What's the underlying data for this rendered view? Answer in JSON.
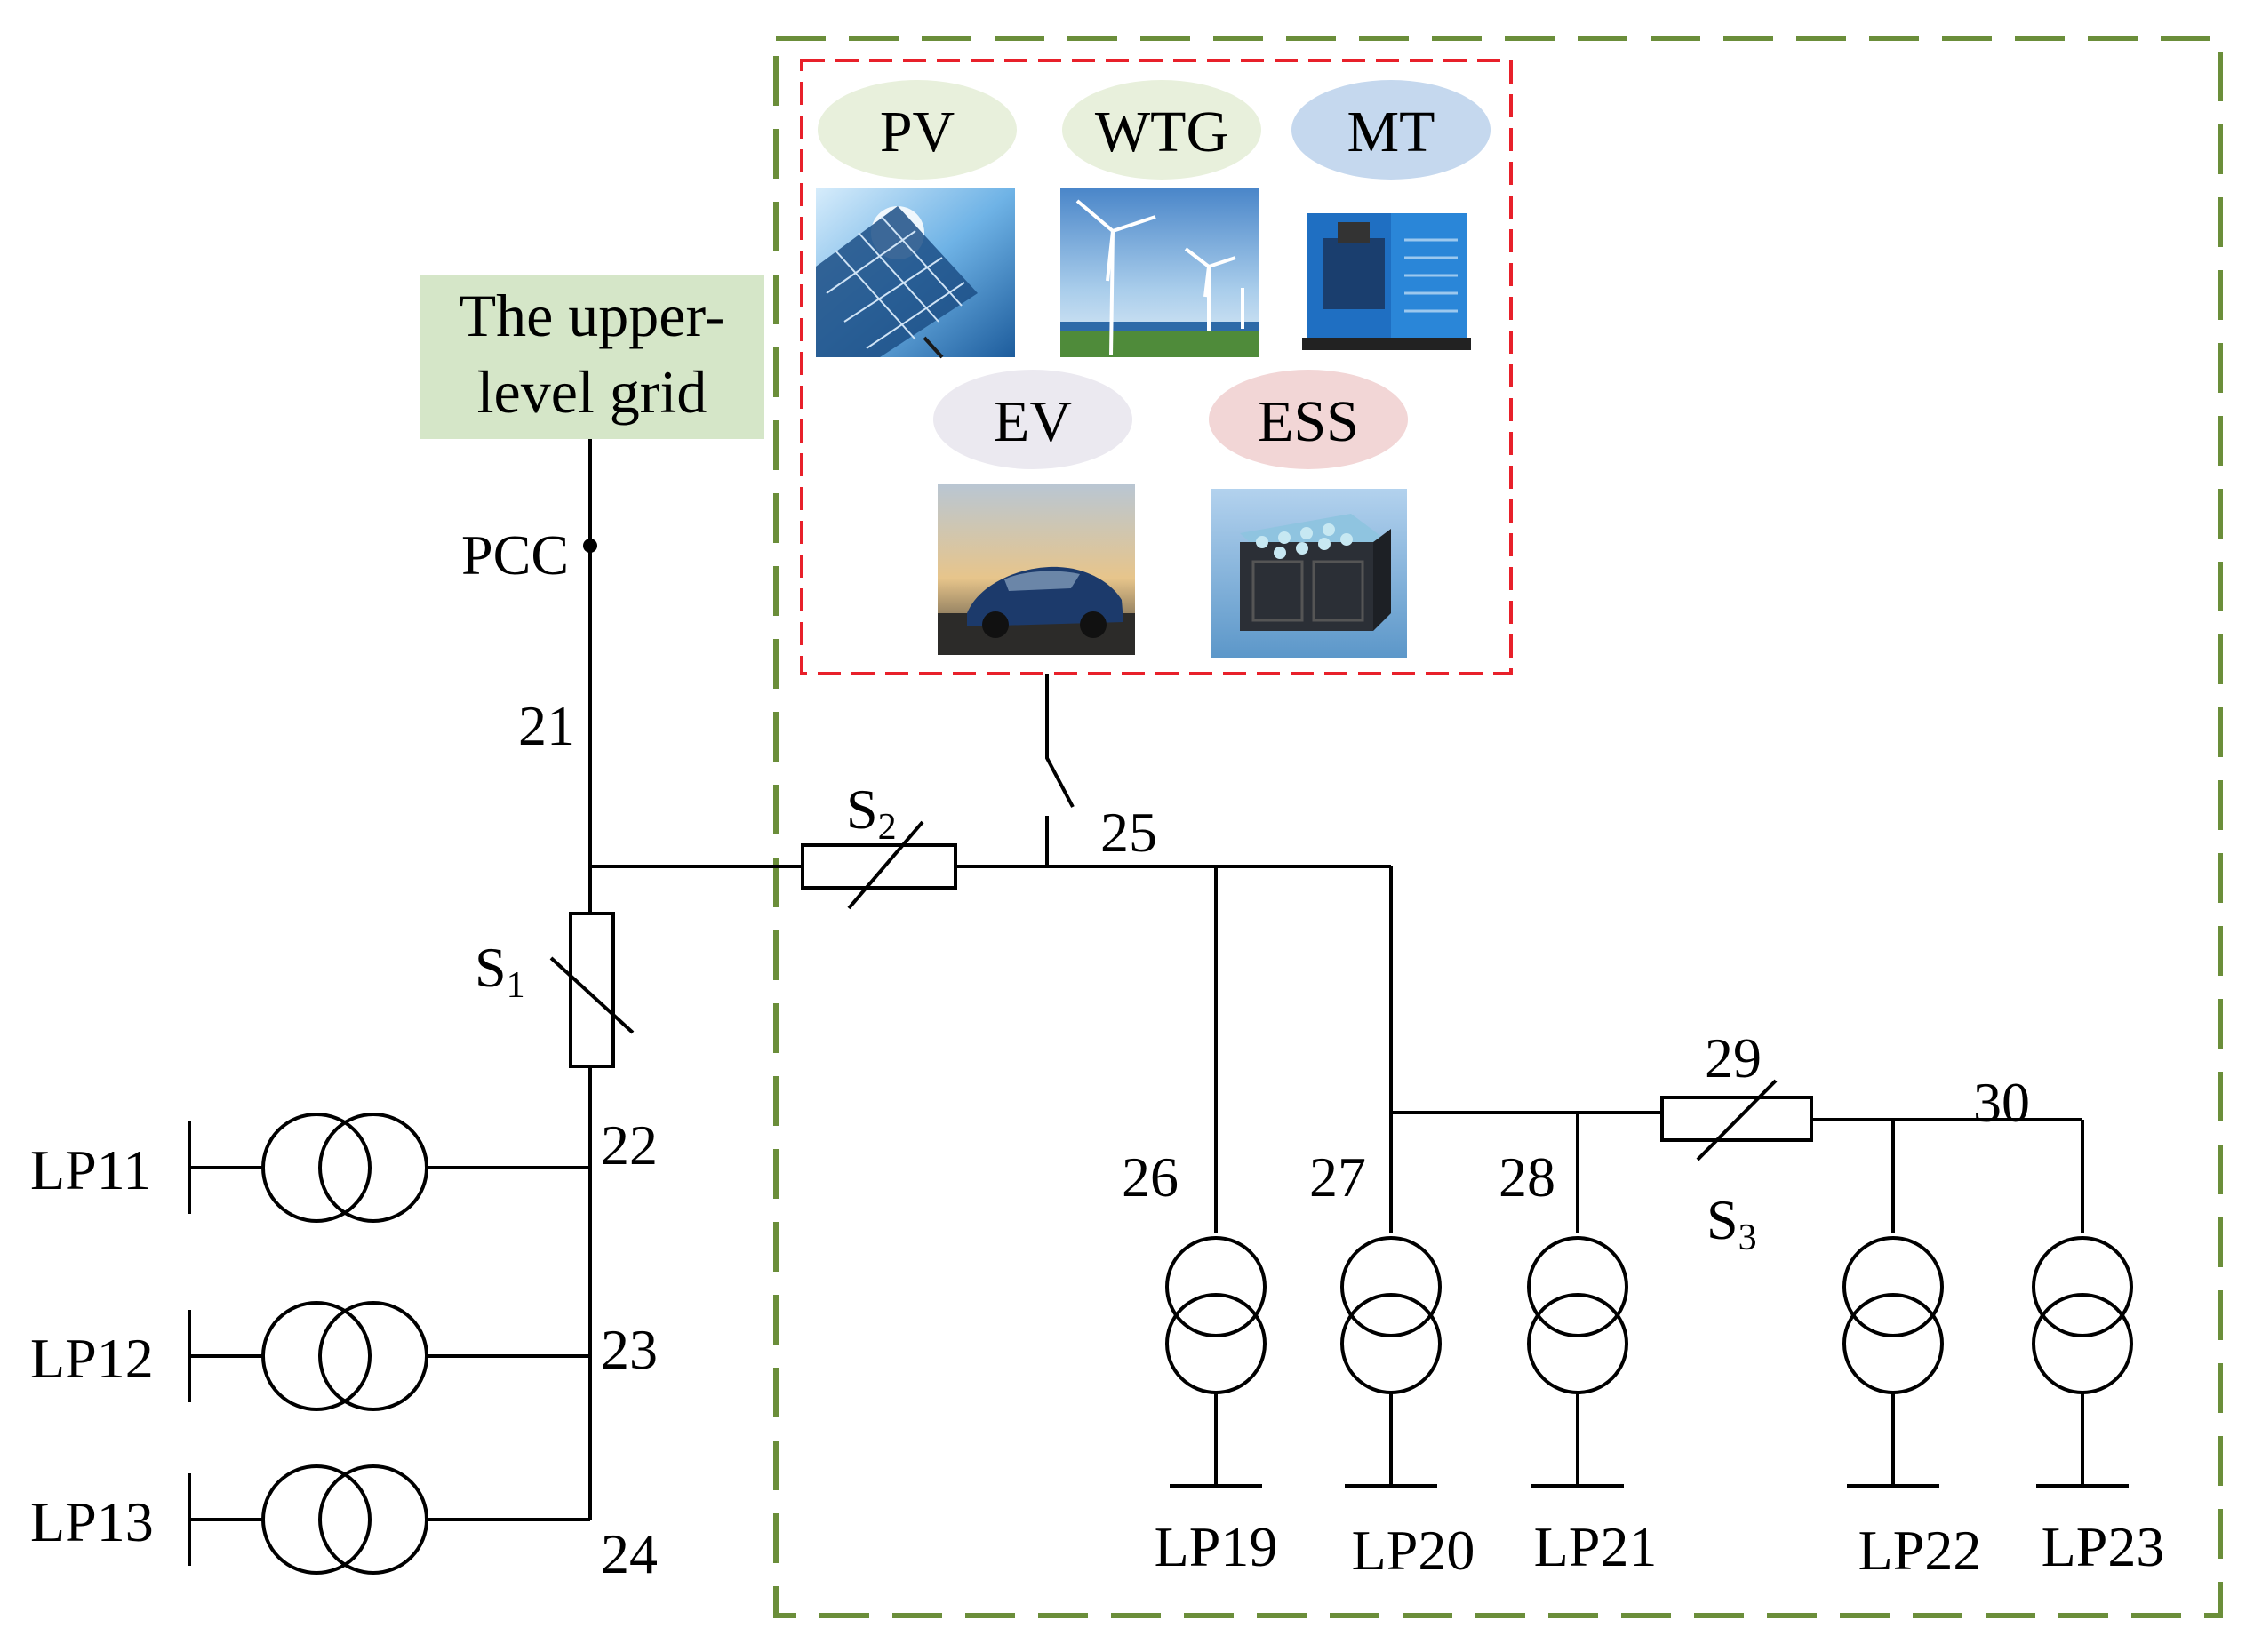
{
  "grid_label_line1": "The upper-",
  "grid_label_line2": "level grid",
  "pcc_label": "PCC",
  "der": {
    "pv": "PV",
    "wtg": "WTG",
    "mt": "MT",
    "ev": "EV",
    "ess": "ESS"
  },
  "switches": {
    "s1": {
      "letter": "S",
      "sub": "1"
    },
    "s2": {
      "letter": "S",
      "sub": "2"
    },
    "s3": {
      "letter": "S",
      "sub": "3"
    }
  },
  "nodes": {
    "n21": "21",
    "n22": "22",
    "n23": "23",
    "n24": "24",
    "n25": "25",
    "n26": "26",
    "n27": "27",
    "n28": "28",
    "n29": "29",
    "n30": "30"
  },
  "loads": {
    "lp11": "LP11",
    "lp12": "LP12",
    "lp13": "LP13",
    "lp19": "LP19",
    "lp20": "LP20",
    "lp21": "LP21",
    "lp22": "LP22",
    "lp23": "LP23"
  },
  "colors": {
    "green_dash": "#6b8e3a",
    "red_dash": "#e8202a",
    "grid_box": "#d5e6c8",
    "pv_ellipse": "#e8f0dc",
    "wtg_ellipse": "#e8f0dc",
    "mt_ellipse": "#c5d8ee",
    "ev_ellipse": "#ebe9f0",
    "ess_ellipse": "#f2d6d6"
  },
  "icons": [
    "solar-panel-icon",
    "wind-turbine-icon",
    "generator-icon",
    "electric-car-icon",
    "battery-storage-icon"
  ]
}
